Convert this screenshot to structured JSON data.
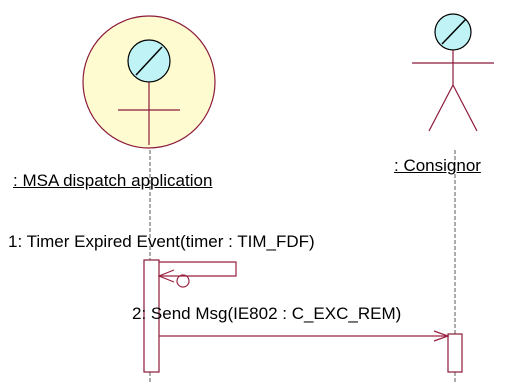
{
  "participants": {
    "msa": {
      "label": ": MSA dispatch application"
    },
    "consignor": {
      "label": ": Consignor"
    }
  },
  "messages": [
    {
      "text": "1: Timer Expired Event(timer : TIM_FDF)"
    },
    {
      "text": "2: Send Msg(IE802 : C_EXC_REM)"
    }
  ],
  "colors": {
    "actor_fill": "#fffbd0",
    "actor_stroke": "#8b1a3a",
    "head_fill": "#bff3f5",
    "lifeline": "#5a5a5a",
    "line": "#9a2240"
  }
}
